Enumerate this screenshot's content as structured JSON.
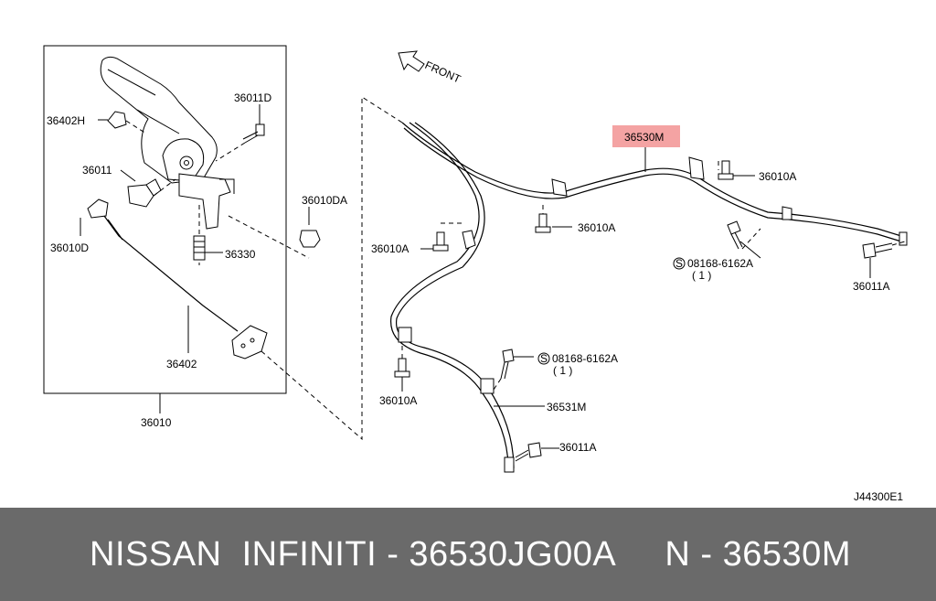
{
  "diagram": {
    "front_label": "FRONT",
    "drawing_code": "J44300E1",
    "highlight_color": "#f4a3a3",
    "parts": {
      "p36402H": "36402H",
      "p36011D": "36011D",
      "p36011_lever": "36011",
      "p36010D": "36010D",
      "p36010DA": "36010DA",
      "p36330": "36330",
      "p36402": "36402",
      "p36010": "36010",
      "p36530M": "36530M",
      "p36010A_top_right": "36010A",
      "p36010A_mid": "36010A",
      "p36010A_left": "36010A",
      "p36010A_lower": "36010A",
      "p08168_right": "08168-6162A",
      "p08168_right_qty": "( 1 )",
      "p08168_lower": "08168-6162A",
      "p08168_lower_qty": "( 1 )",
      "p36011A_right": "36011A",
      "p36531M": "36531M",
      "p36011A_lower": "36011A"
    }
  },
  "banner": {
    "text": "NISSAN  INFINITI - 36530JG00A     N - 36530M",
    "background": "#6a6a6a"
  }
}
